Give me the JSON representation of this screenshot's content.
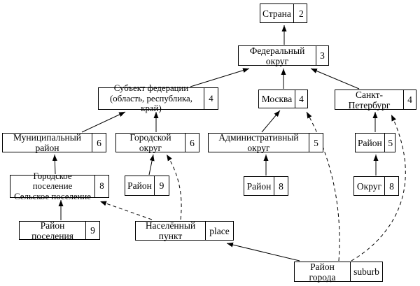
{
  "diagram": {
    "nodes": {
      "country": {
        "label": "Страна",
        "code": "2"
      },
      "federal_district": {
        "label": "Федеральный округ",
        "code": "3"
      },
      "federation_subject": {
        "label": "Субъект федерации\n(область, республика, край)",
        "code": "4"
      },
      "moscow": {
        "label": "Москва",
        "code": "4"
      },
      "saint_petersburg": {
        "label": "Санкт-Петербург",
        "code": "4"
      },
      "municipal_district": {
        "label": "Муниципальный район",
        "code": "6"
      },
      "city_okrug": {
        "label": "Городской округ",
        "code": "6"
      },
      "admin_okrug": {
        "label": "Административный округ",
        "code": "5"
      },
      "district_spb": {
        "label": "Район",
        "code": "5"
      },
      "settlement": {
        "label": "Городское поселение\nСельское поселение",
        "code": "8"
      },
      "district_city_okrug": {
        "label": "Район",
        "code": "9"
      },
      "district_moscow": {
        "label": "Район",
        "code": "8"
      },
      "okrug_spb": {
        "label": "Округ",
        "code": "8"
      },
      "settlement_district": {
        "label": "Район поселения",
        "code": "9"
      },
      "populated_place": {
        "label": "Населённый пункт",
        "code": "place"
      },
      "city_district": {
        "label": "Район города",
        "code": "suburb"
      }
    },
    "colors": {
      "background": "#ffffff",
      "border": "#000000",
      "text": "#000000",
      "arrow": "#000000"
    }
  }
}
